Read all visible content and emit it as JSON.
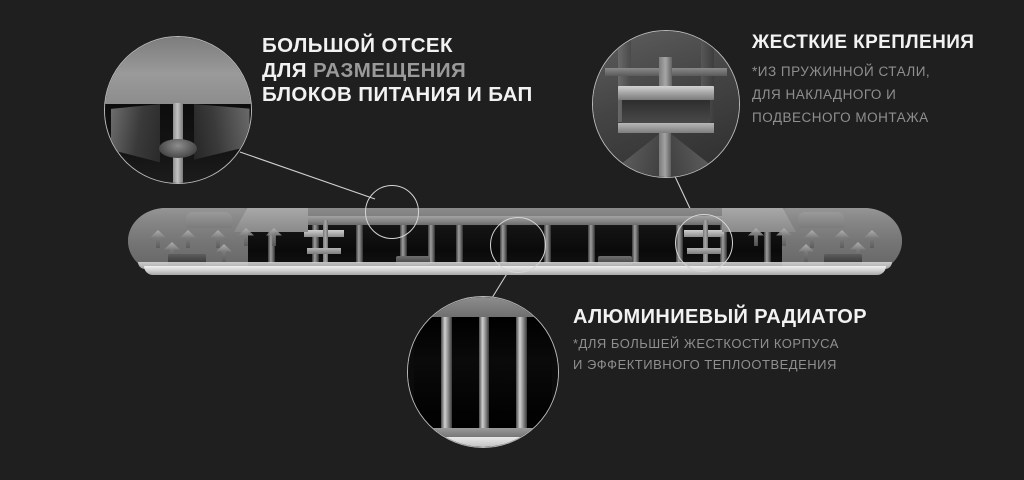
{
  "background_color": "#1f1f1f",
  "accent_line_color": "#d4d4d4",
  "callouts": [
    {
      "id": "compartment",
      "heading_lines": [
        {
          "segments": [
            {
              "text": "БОЛЬШОЙ ОТСЕК",
              "tone": "hi"
            }
          ]
        },
        {
          "segments": [
            {
              "text": "ДЛЯ ",
              "tone": "hi"
            },
            {
              "text": "РАЗМЕЩЕНИЯ",
              "tone": "lo"
            }
          ]
        },
        {
          "segments": [
            {
              "text": "БЛОКОВ ПИТАНИЯ И БАП",
              "tone": "hi"
            }
          ]
        }
      ],
      "sub_lines": []
    },
    {
      "id": "brackets",
      "heading_lines": [
        {
          "segments": [
            {
              "text": "ЖЕСТКИЕ КРЕПЛЕНИЯ",
              "tone": "hi"
            }
          ]
        }
      ],
      "sub_lines": [
        "*ИЗ ПРУЖИННОЙ СТАЛИ,",
        "ДЛЯ НАКЛАДНОГО И",
        "ПОДВЕСНОГО МОНТАЖА"
      ]
    },
    {
      "id": "radiator",
      "heading_lines": [
        {
          "segments": [
            {
              "text": "АЛЮМИНИЕВЫЙ РАДИАТОР",
              "tone": "hi"
            }
          ]
        }
      ],
      "sub_lines": [
        "*ДЛЯ БОЛЬШЕЙ ЖЕСТКОСТИ КОРПУСА",
        "И ЭФФЕКТИВНОГО ТЕПЛООТВЕДЕНИЯ"
      ]
    }
  ],
  "magnifiers": [
    {
      "id": "compartment",
      "depicts": "t-shaped-internal-rib-and-driver-compartment"
    },
    {
      "id": "brackets",
      "depicts": "spring-steel-mounting-bracket"
    },
    {
      "id": "radiator",
      "depicts": "aluminium-heatsink-fins"
    }
  ],
  "product": {
    "name": "linear-led-luminaire",
    "view": "front-elevation"
  }
}
